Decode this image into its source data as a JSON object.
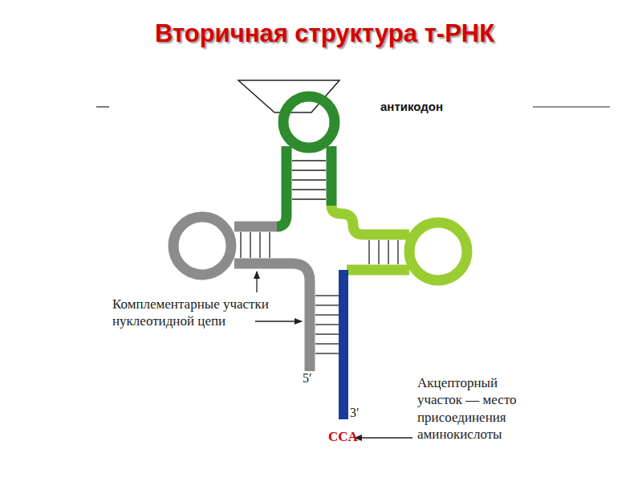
{
  "diagram": {
    "title": "Вторичная структура т-РНК",
    "labels": [
      "антикодон",
      "Комплементарные участки нуклеотидной цепи",
      "5′",
      "3′",
      "CCA",
      "Акцепторный участок — место присоединения аминокислоты"
    ]
  }
}
